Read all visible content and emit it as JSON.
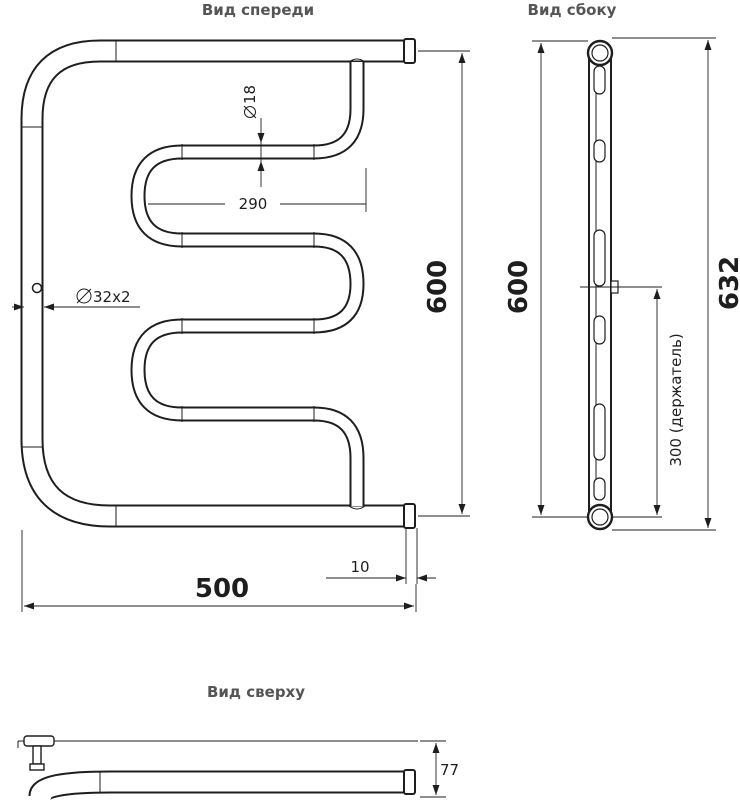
{
  "views": {
    "front": "Вид спереди",
    "side": "Вид сбоку",
    "top": "Вид сверху"
  },
  "front_dims": {
    "width": "500",
    "height": "600",
    "span": "290",
    "pipe_small": "18",
    "pipe_main": "32x2",
    "offset": "10"
  },
  "side_dims": {
    "height": "600",
    "total": "632",
    "holder": "300 (держатель)"
  },
  "top_dims": {
    "depth": "77"
  },
  "colors": {
    "line": "#1e1e1e",
    "title": "#555555"
  }
}
